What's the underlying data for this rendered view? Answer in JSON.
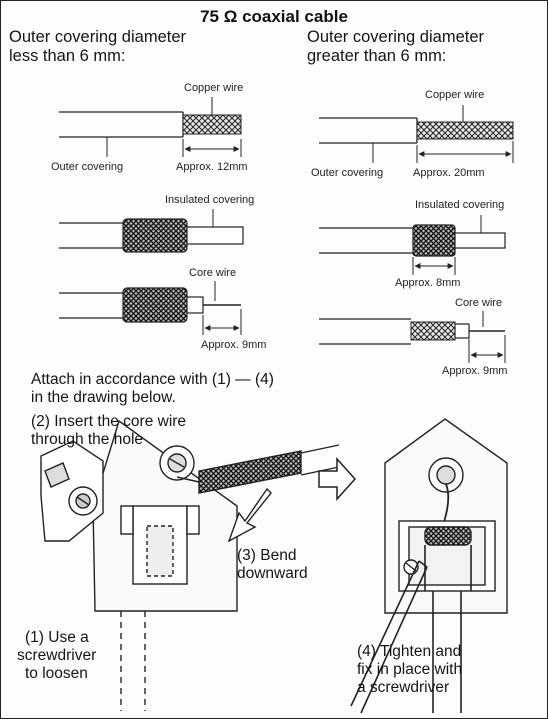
{
  "title": "75 Ω coaxial cable",
  "left_column": {
    "heading_line1": "Outer covering diameter",
    "heading_line2": "less than 6 mm:",
    "copper_wire": "Copper wire",
    "outer_covering": "Outer covering",
    "approx_copper": "Approx. 12mm",
    "insulated_covering": "Insulated covering",
    "core_wire": "Core wire",
    "approx_core": "Approx. 9mm"
  },
  "right_column": {
    "heading_line1": "Outer covering diameter",
    "heading_line2": "greater than 6 mm:",
    "copper_wire": "Copper wire",
    "outer_covering": "Outer covering",
    "approx_copper": "Approx. 20mm",
    "insulated_covering": "Insulated covering",
    "approx_insulated": "Approx. 8mm",
    "core_wire": "Core wire",
    "approx_core": "Approx. 9mm"
  },
  "instructions": {
    "attach_line1": "Attach in accordance with (1) — (4)",
    "attach_line2": "in the drawing below.",
    "step2_line1": "(2) Insert the core wire",
    "step2_line2": "through the hole",
    "step1_line1": "(1) Use a",
    "step1_line2": "screwdriver",
    "step1_line3": "to loosen",
    "step3_line1": "(3) Bend",
    "step3_line2": "downward",
    "step4_line1": "(4) Tighten and",
    "step4_line2": "fix in place with",
    "step4_line3": "a screwdriver"
  }
}
